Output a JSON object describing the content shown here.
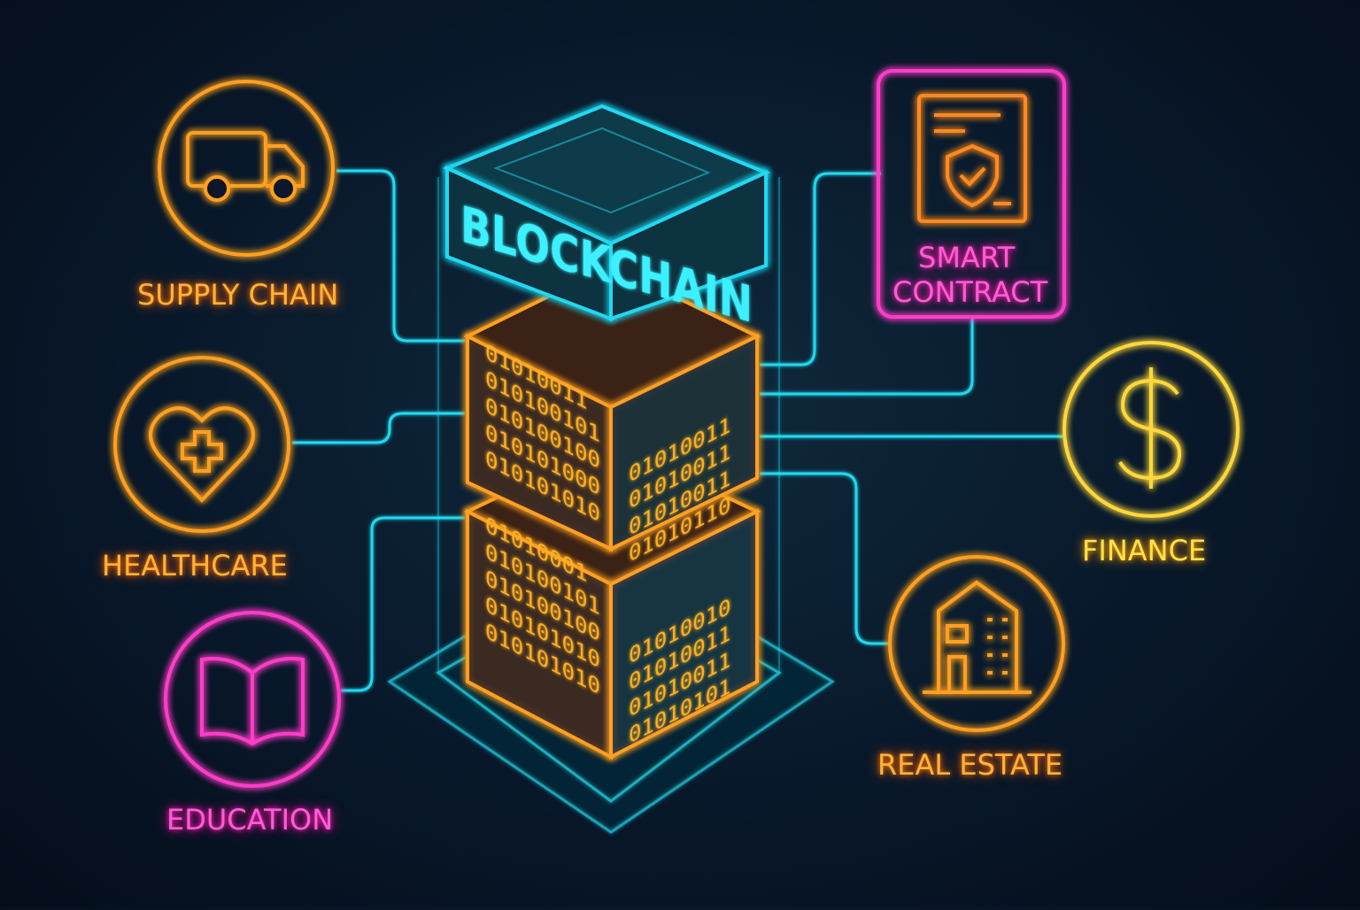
{
  "title": "BLOCKCHAIN",
  "nodes": {
    "supply_chain": "SUPPLY CHAIN",
    "healthcare": "HEALTHCARE",
    "education": "EDUCATION",
    "smart_contract_line1": "SMART",
    "smart_contract_line2": "CONTRACT",
    "finance": "FINANCE",
    "real_estate": "REAL ESTATE"
  },
  "blocks": {
    "upper_left": [
      "01010011",
      "010100101",
      "010100100",
      "010101000",
      "010101010"
    ],
    "upper_right": [
      "01010011",
      "01010011",
      "01010011",
      "01010110"
    ],
    "lower_left": [
      "01010001",
      "010100101",
      "010100100",
      "010101010",
      "010101010"
    ],
    "lower_right": [
      "01010010",
      "01010011",
      "01010011",
      "01010101"
    ]
  },
  "colors": {
    "cyan": "#22d8f0",
    "orange": "#ffa020",
    "yellow": "#ffd83a",
    "pink": "#ff3cc8"
  }
}
